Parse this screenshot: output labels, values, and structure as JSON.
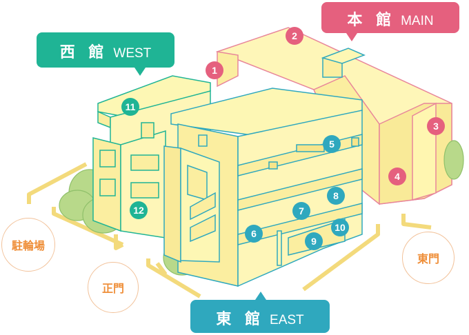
{
  "buildings": {
    "main": {
      "kanji": "本 館",
      "latin": "MAIN",
      "color": "#e5607e"
    },
    "west": {
      "kanji": "西 館",
      "latin": "WEST",
      "color": "#1fb495"
    },
    "east": {
      "kanji": "東 館",
      "latin": "EAST",
      "color": "#2fa8be"
    }
  },
  "places": {
    "bicycle_parking": "駐輪場",
    "main_gate": "正門",
    "east_gate": "東門"
  },
  "markers": {
    "m1": "1",
    "m2": "2",
    "m3": "3",
    "m4": "4",
    "m5": "5",
    "m6": "6",
    "m7": "7",
    "m8": "8",
    "m9": "9",
    "m10": "10",
    "m11": "11",
    "m12": "12"
  },
  "colors": {
    "wall_light": "#fdf7b4",
    "wall_mid": "#fbeea0",
    "wall_side": "#f7e58a",
    "tree": "#b8d98a",
    "bubble_text": "#ef8f3a"
  }
}
